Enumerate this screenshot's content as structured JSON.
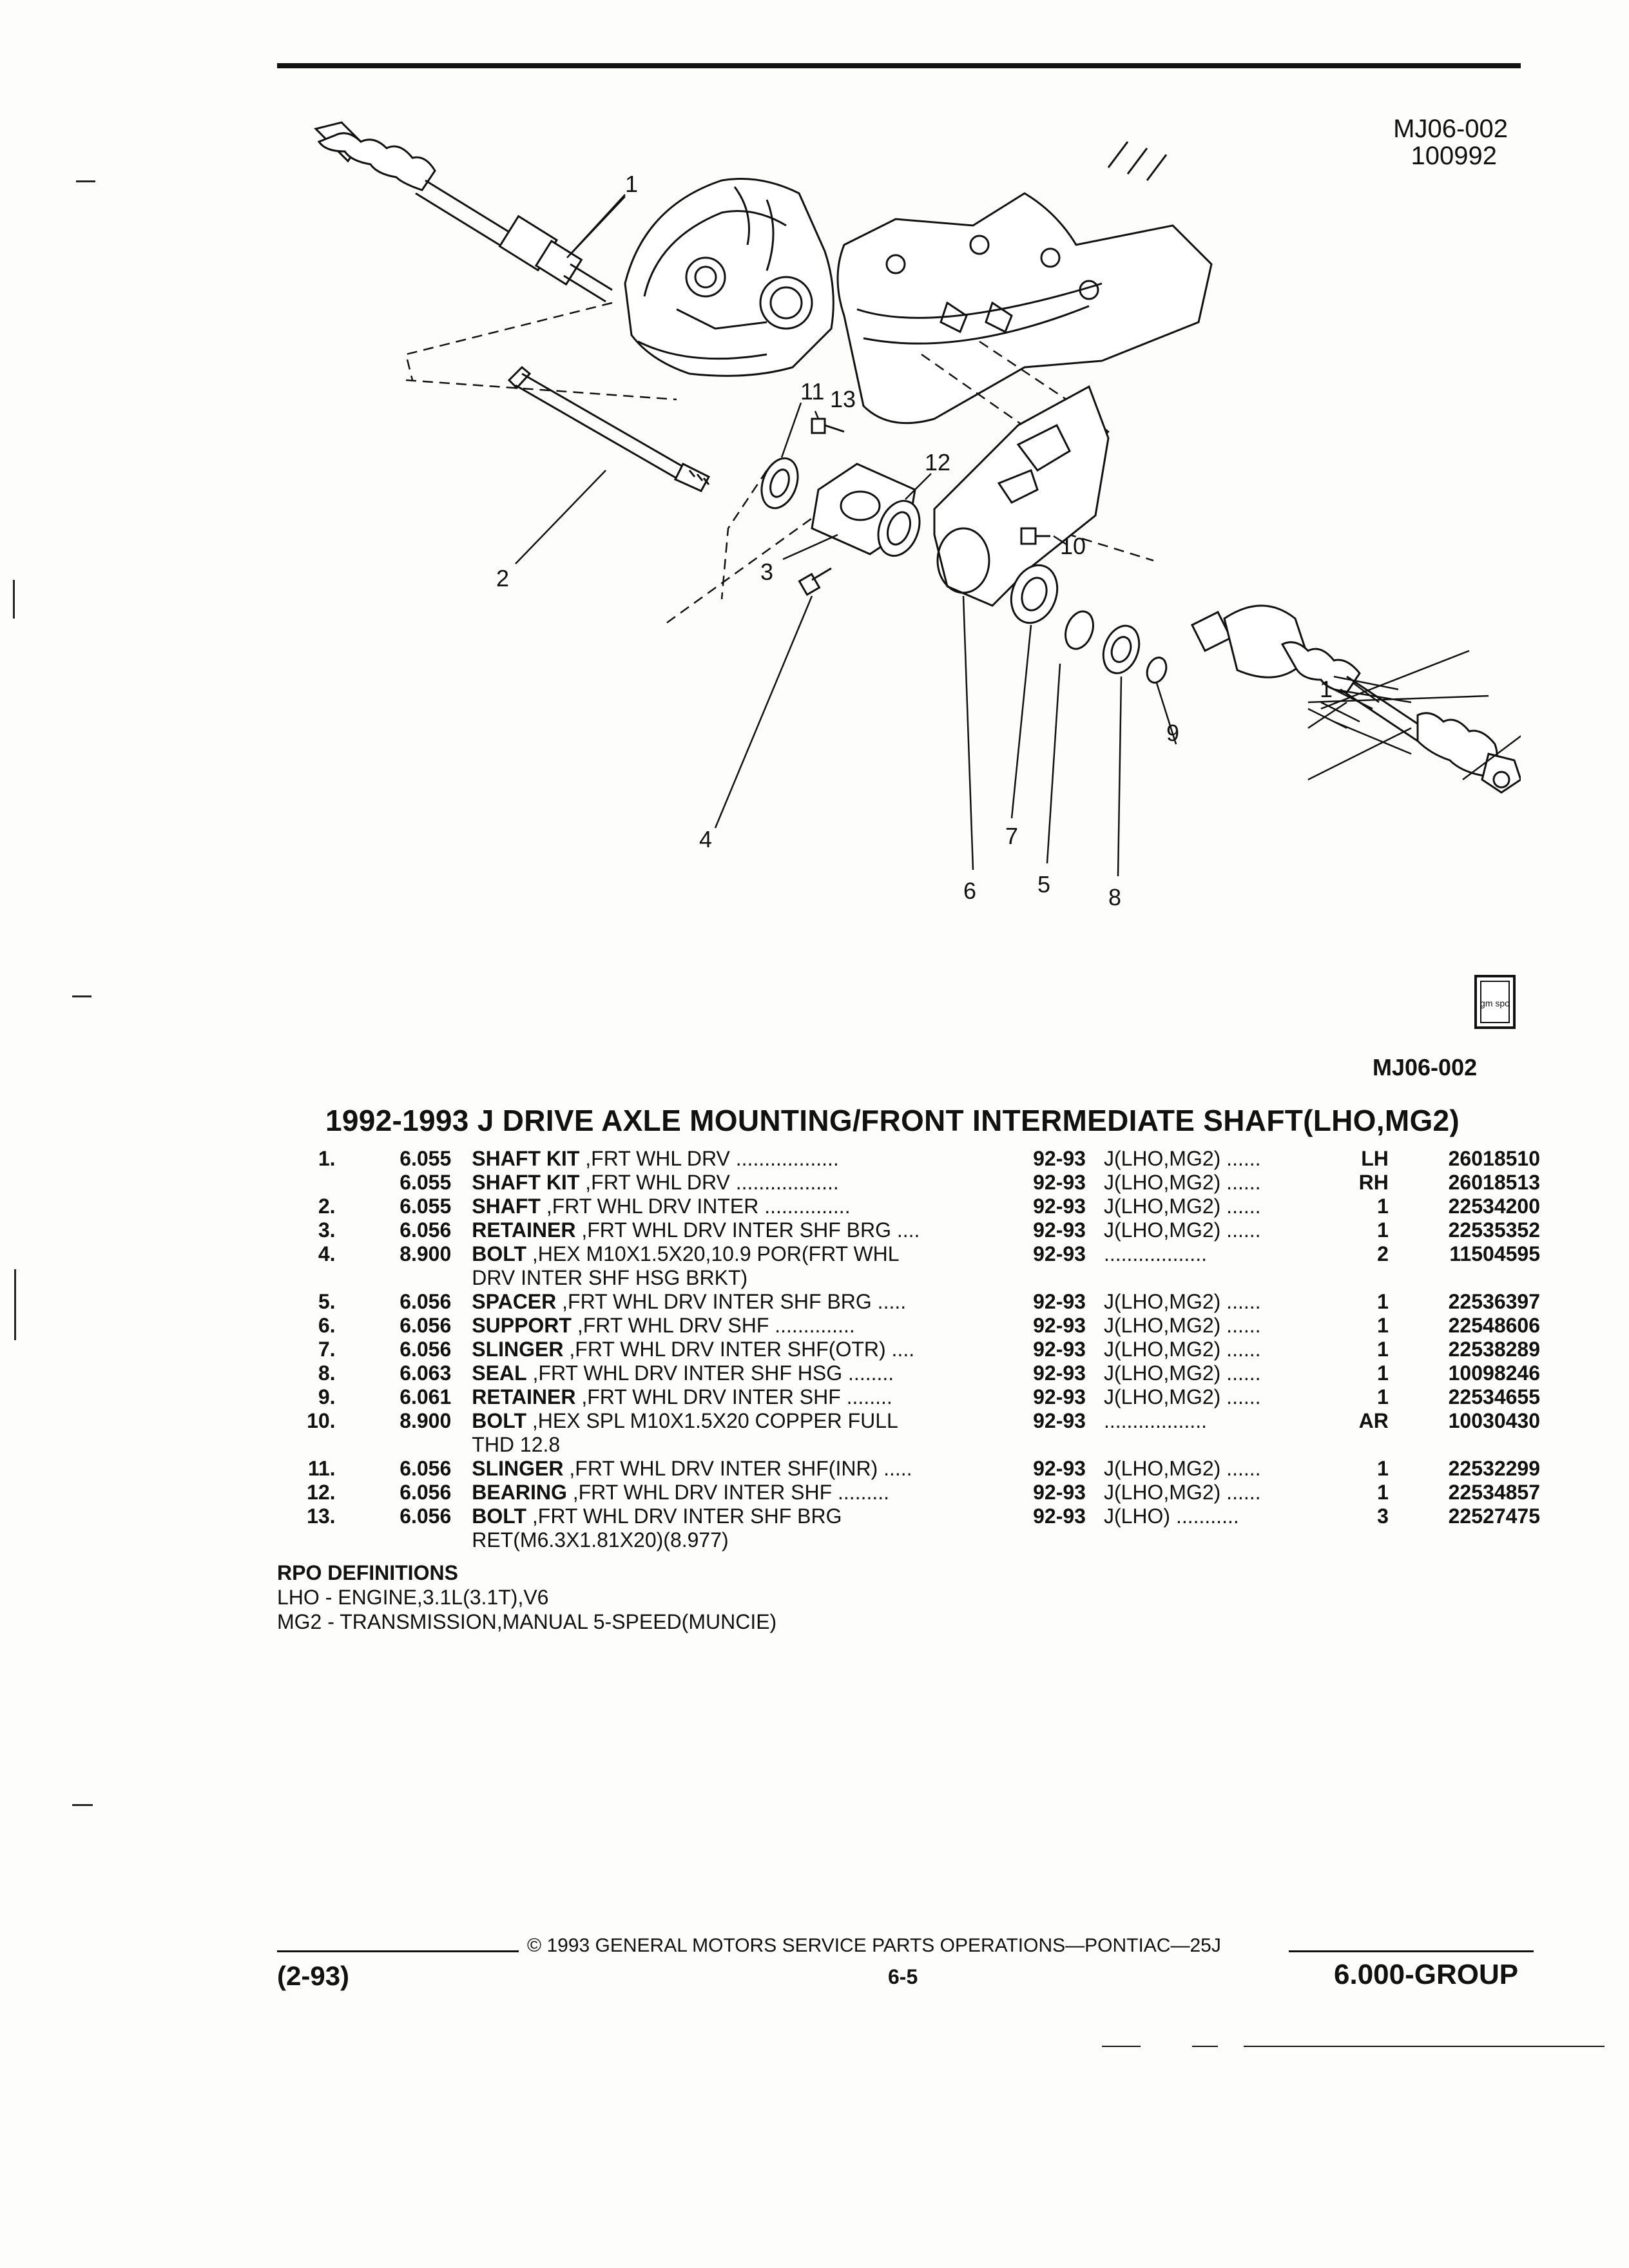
{
  "header": {
    "figure_id": "MJ06-002",
    "date_code": "100992",
    "figure_caption": "MJ06-002",
    "logo_text": "gm spo"
  },
  "diagram": {
    "callouts": [
      "1",
      "1",
      "2",
      "3",
      "4",
      "5",
      "6",
      "7",
      "8",
      "9",
      "10",
      "11",
      "12",
      "13"
    ]
  },
  "title": "1992-1993 J DRIVE AXLE MOUNTING/FRONT INTERMEDIATE SHAFT(LHO,MG2)",
  "parts": [
    {
      "num": "1.",
      "grp": "6.055",
      "name": "SHAFT KIT",
      "desc": " ,FRT WHL DRV",
      "dots": " ..................",
      "year": "92-93",
      "appl": "J(LHO,MG2)",
      "adots": " ......",
      "qty": "LH",
      "part": "26018510"
    },
    {
      "num": "",
      "grp": "6.055",
      "name": "SHAFT KIT",
      "desc": " ,FRT WHL DRV",
      "dots": " ..................",
      "year": "92-93",
      "appl": "J(LHO,MG2)",
      "adots": " ......",
      "qty": "RH",
      "part": "26018513"
    },
    {
      "num": "2.",
      "grp": "6.055",
      "name": "SHAFT",
      "desc": " ,FRT WHL DRV INTER",
      "dots": " ...............",
      "year": "92-93",
      "appl": "J(LHO,MG2)",
      "adots": " ......",
      "qty": "1",
      "part": "22534200"
    },
    {
      "num": "3.",
      "grp": "6.056",
      "name": "RETAINER",
      "desc": " ,FRT WHL DRV INTER SHF BRG",
      "dots": " ....",
      "year": "92-93",
      "appl": "J(LHO,MG2)",
      "adots": " ......",
      "qty": "1",
      "part": "22535352"
    },
    {
      "num": "4.",
      "grp": "8.900",
      "name": "BOLT",
      "desc": " ,HEX M10X1.5X20,10.9 POR(FRT WHL",
      "dots": "",
      "year": "92-93",
      "appl": "",
      "adots": "..................",
      "qty": "2",
      "part": "11504595"
    },
    {
      "num": "",
      "grp": "",
      "name": "",
      "desc": "DRV INTER SHF HSG BRKT)",
      "dots": "",
      "year": "",
      "appl": "",
      "adots": "",
      "qty": "",
      "part": ""
    },
    {
      "num": "5.",
      "grp": "6.056",
      "name": "SPACER",
      "desc": " ,FRT WHL DRV INTER SHF BRG",
      "dots": " .....",
      "year": "92-93",
      "appl": "J(LHO,MG2)",
      "adots": " ......",
      "qty": "1",
      "part": "22536397"
    },
    {
      "num": "6.",
      "grp": "6.056",
      "name": "SUPPORT",
      "desc": " ,FRT WHL DRV SHF",
      "dots": " ..............",
      "year": "92-93",
      "appl": "J(LHO,MG2)",
      "adots": " ......",
      "qty": "1",
      "part": "22548606"
    },
    {
      "num": "7.",
      "grp": "6.056",
      "name": "SLINGER",
      "desc": " ,FRT WHL DRV INTER SHF(OTR)",
      "dots": " ....",
      "year": "92-93",
      "appl": "J(LHO,MG2)",
      "adots": " ......",
      "qty": "1",
      "part": "22538289"
    },
    {
      "num": "8.",
      "grp": "6.063",
      "name": "SEAL",
      "desc": " ,FRT WHL DRV INTER SHF HSG",
      "dots": " ........",
      "year": "92-93",
      "appl": "J(LHO,MG2)",
      "adots": " ......",
      "qty": "1",
      "part": "10098246"
    },
    {
      "num": "9.",
      "grp": "6.061",
      "name": "RETAINER",
      "desc": " ,FRT WHL DRV INTER SHF",
      "dots": " ........",
      "year": "92-93",
      "appl": "J(LHO,MG2)",
      "adots": " ......",
      "qty": "1",
      "part": "22534655"
    },
    {
      "num": "10.",
      "grp": "8.900",
      "name": "BOLT",
      "desc": " ,HEX SPL M10X1.5X20 COPPER FULL",
      "dots": "",
      "year": "92-93",
      "appl": "",
      "adots": "..................",
      "qty": "AR",
      "part": "10030430"
    },
    {
      "num": "",
      "grp": "",
      "name": "",
      "desc": "THD 12.8",
      "dots": "",
      "year": "",
      "appl": "",
      "adots": "",
      "qty": "",
      "part": ""
    },
    {
      "num": "11.",
      "grp": "6.056",
      "name": "SLINGER",
      "desc": " ,FRT WHL DRV INTER SHF(INR)",
      "dots": " .....",
      "year": "92-93",
      "appl": "J(LHO,MG2)",
      "adots": " ......",
      "qty": "1",
      "part": "22532299"
    },
    {
      "num": "12.",
      "grp": "6.056",
      "name": "BEARING",
      "desc": " ,FRT WHL DRV INTER SHF",
      "dots": " .........",
      "year": "92-93",
      "appl": "J(LHO,MG2)",
      "adots": " ......",
      "qty": "1",
      "part": "22534857"
    },
    {
      "num": "13.",
      "grp": "6.056",
      "name": "BOLT",
      "desc": " ,FRT WHL DRV INTER SHF BRG",
      "dots": "",
      "year": "92-93",
      "appl": "J(LHO)",
      "adots": " ...........",
      "qty": "3",
      "part": "22527475"
    },
    {
      "num": "",
      "grp": "",
      "name": "",
      "desc": "RET(M6.3X1.81X20)(8.977)",
      "dots": "",
      "year": "",
      "appl": "",
      "adots": "",
      "qty": "",
      "part": ""
    }
  ],
  "rpo": {
    "heading": "RPO DEFINITIONS",
    "lines": [
      "LHO - ENGINE,3.1L(3.1T),V6",
      "MG2 - TRANSMISSION,MANUAL 5-SPEED(MUNCIE)"
    ]
  },
  "footer": {
    "copyright": "© 1993 GENERAL MOTORS SERVICE PARTS OPERATIONS—PONTIAC—25J",
    "date": "(2-93)",
    "page": "6-5",
    "group": "6.000-GROUP"
  }
}
